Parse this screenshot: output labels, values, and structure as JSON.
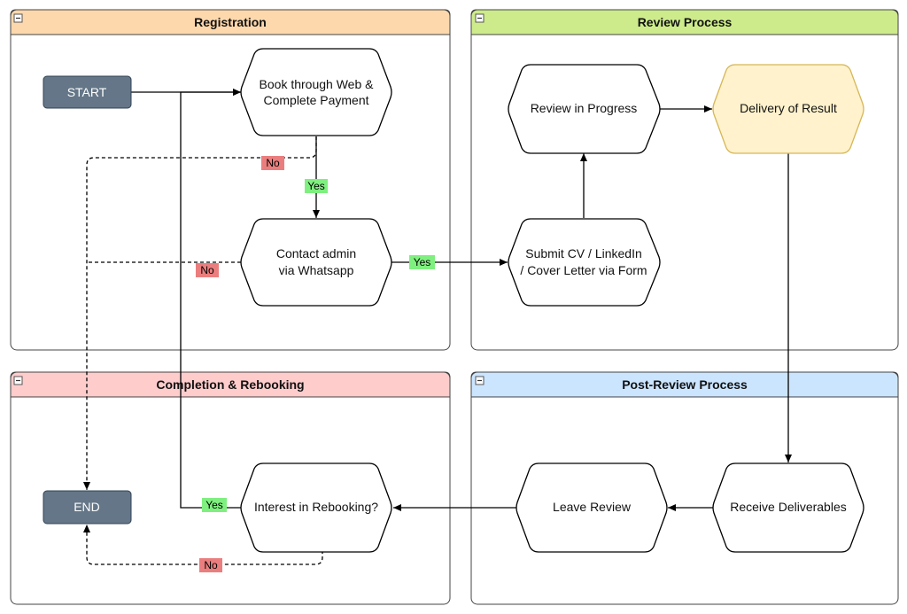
{
  "lanes": {
    "registration": {
      "title": "Registration",
      "color": "#fdd8ac"
    },
    "review": {
      "title": "Review Process",
      "color": "#cdeb8b"
    },
    "completion": {
      "title": "Completion & Rebooking",
      "color": "#ffcccc"
    },
    "post_review": {
      "title": "Post-Review Process",
      "color": "#cce5ff"
    }
  },
  "nodes": {
    "start": {
      "label": "START"
    },
    "book": {
      "line1": "Book through Web &",
      "line2": "Complete Payment"
    },
    "contact": {
      "line1": "Contact admin",
      "line2": "via Whatsapp"
    },
    "review_progress": {
      "label": "Review in Progress"
    },
    "delivery": {
      "label": "Delivery of Result",
      "color": "#fff2cc"
    },
    "submit": {
      "line1": "Submit CV / LinkedIn",
      "line2": "/ Cover Letter via Form"
    },
    "receive": {
      "label": "Receive Deliverables"
    },
    "leave_review": {
      "label": "Leave Review"
    },
    "rebooking": {
      "label": "Interest in Rebooking?"
    },
    "end": {
      "label": "END"
    }
  },
  "edge_labels": {
    "book_no": "No",
    "book_yes": "Yes",
    "contact_no": "No",
    "contact_yes": "Yes",
    "rebook_yes": "Yes",
    "rebook_no": "No"
  },
  "colors": {
    "terminal_fill": "#647687",
    "terminal_stroke": "#314354",
    "yes_badge": "#7ff07f",
    "no_badge": "#ea7e7e",
    "delivery_stroke": "#d6b656"
  }
}
